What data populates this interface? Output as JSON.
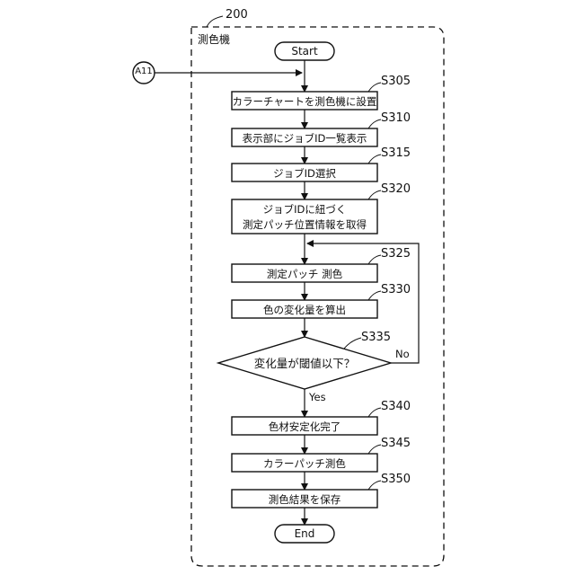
{
  "figure": {
    "ref_label": "200",
    "device_label": "測色機",
    "connector": "A11"
  },
  "nodes": {
    "start": "Start",
    "s305": {
      "id": "S305",
      "text": "カラーチャートを測色機に設置"
    },
    "s310": {
      "id": "S310",
      "text": "表示部にジョブID一覧表示"
    },
    "s315": {
      "id": "S315",
      "text": "ジョブID選択"
    },
    "s320": {
      "id": "S320",
      "line1": "ジョブIDに紐づく",
      "line2": "測定パッチ位置情報を取得"
    },
    "s325": {
      "id": "S325",
      "text": "測定パッチ 測色"
    },
    "s330": {
      "id": "S330",
      "text": "色の変化量を算出"
    },
    "s335": {
      "id": "S335",
      "text": "変化量が閾値以下？"
    },
    "s340": {
      "id": "S340",
      "text": "色材安定化完了"
    },
    "s345": {
      "id": "S345",
      "text": "カラーパッチ測色"
    },
    "s350": {
      "id": "S350",
      "text": "測色結果を保存"
    },
    "end": "End"
  },
  "edges": {
    "no": "No",
    "yes": "Yes"
  }
}
